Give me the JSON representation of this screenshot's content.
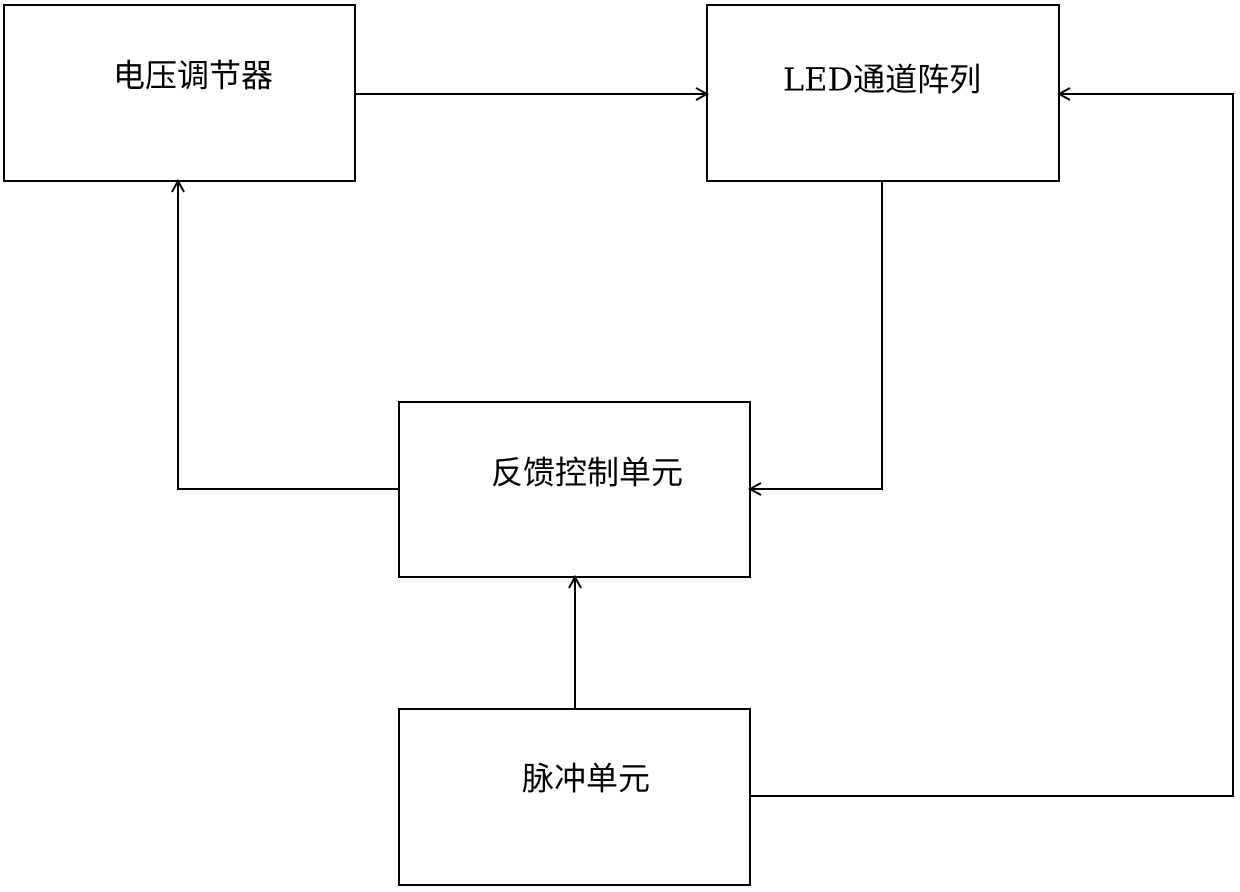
{
  "diagram": {
    "nodes": {
      "voltage_regulator": "电压调节器",
      "led_channel_array": "LED通道阵列",
      "feedback_control_unit": "反馈控制单元",
      "pulse_unit": "脉冲单元"
    }
  }
}
